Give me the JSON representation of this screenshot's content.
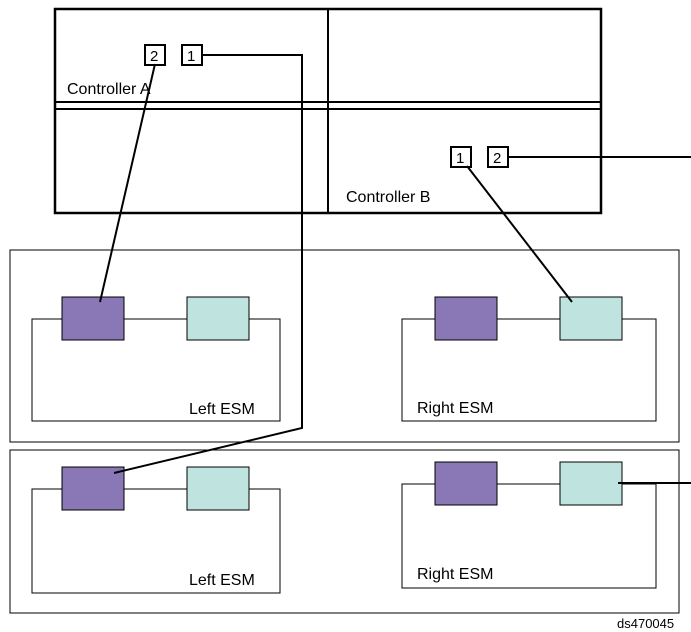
{
  "controller_a": {
    "label": "Controller A",
    "ports": [
      "2",
      "1"
    ]
  },
  "controller_b": {
    "label": "Controller B",
    "ports": [
      "1",
      "2"
    ]
  },
  "enclosure_top": {
    "left_esm_label": "Left ESM",
    "right_esm_label": "Right ESM"
  },
  "enclosure_bottom": {
    "left_esm_label": "Left ESM",
    "right_esm_label": "Right ESM"
  },
  "colors": {
    "port_in": "#8a78b6",
    "port_out": "#bfe3df",
    "line": "#000000"
  },
  "figure_id": "ds470045"
}
